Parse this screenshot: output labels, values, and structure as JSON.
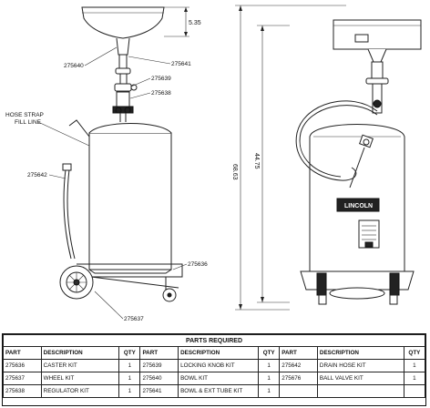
{
  "callouts": {
    "bowl": "275640",
    "bowl_ext": "275641",
    "knob": "275639",
    "regulator": "275638",
    "hose": "275642",
    "wheel": "275636",
    "caster": "275637"
  },
  "labels": {
    "hose_strap": "HOSE STRAP",
    "fill_line": "FILL LINE"
  },
  "dimensions": {
    "bowl_height": "5.35",
    "inner_height": "44.75",
    "overall_height": "68.63"
  },
  "front_panel": {
    "brand": "LINCOLN"
  },
  "parts_table": {
    "title": "PARTS REQUIRED",
    "headers": [
      "PART",
      "DESCRIPTION",
      "QTY",
      "PART",
      "DESCRIPTION",
      "QTY",
      "PART",
      "DESCRIPTION",
      "QTY"
    ],
    "rows": [
      [
        "275636",
        "CASTER KIT",
        "1",
        "275639",
        "LOCKING KNOB KIT",
        "1",
        "275642",
        "DRAIN HOSE KIT",
        "1"
      ],
      [
        "275637",
        "WHEEL KIT",
        "1",
        "275640",
        "BOWL KIT",
        "1",
        "275676",
        "BALL VALVE KIT",
        "1"
      ],
      [
        "275638",
        "REGULATOR KIT",
        "1",
        "275641",
        "BOWL & EXT TUBE KIT",
        "1",
        "",
        "",
        ""
      ]
    ]
  }
}
